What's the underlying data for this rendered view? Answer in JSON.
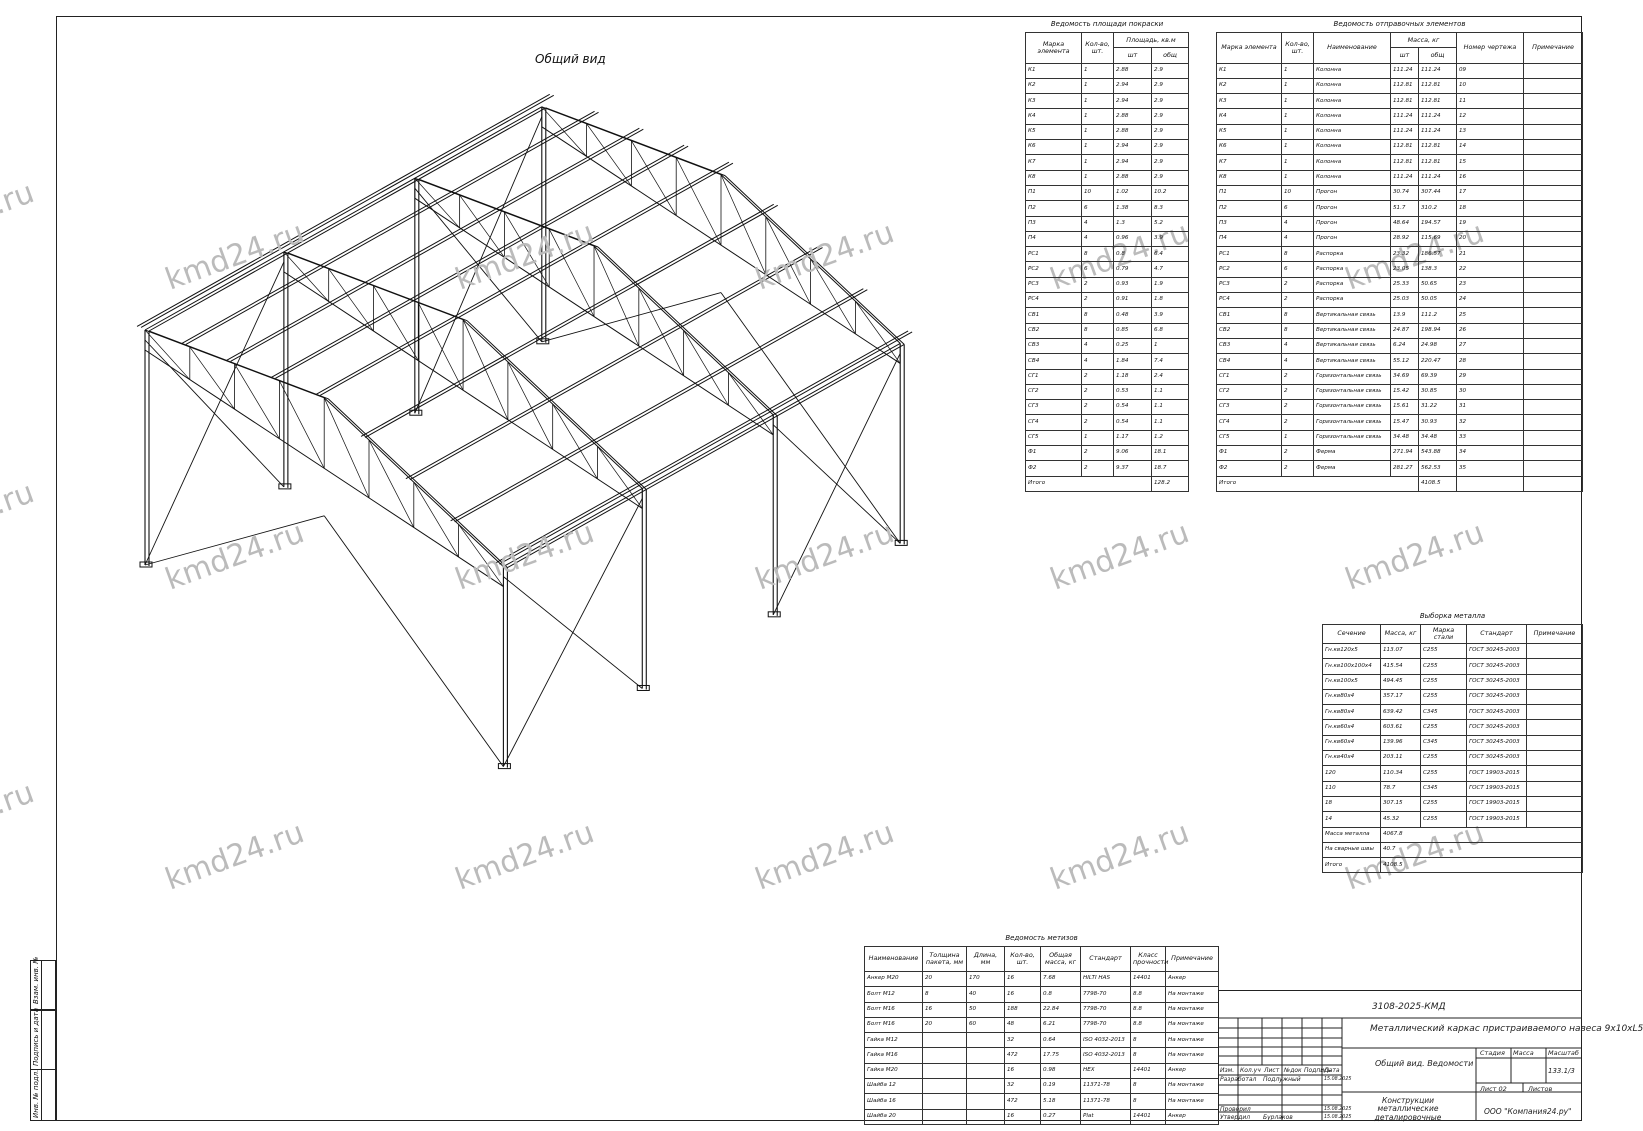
{
  "drawing": {
    "view_title": "Общий вид",
    "watermark": "kmd24.ru"
  },
  "painting_table": {
    "caption": "Ведомость площади покраски",
    "headers": [
      "Марка элемента",
      "Кол-во, шт.",
      "Площадь, кв.м",
      "шт",
      "общ"
    ],
    "rows": [
      [
        "К1",
        "1",
        "2.88",
        "2.9"
      ],
      [
        "К2",
        "1",
        "2.94",
        "2.9"
      ],
      [
        "К3",
        "1",
        "2.94",
        "2.9"
      ],
      [
        "К4",
        "1",
        "2.88",
        "2.9"
      ],
      [
        "К5",
        "1",
        "2.88",
        "2.9"
      ],
      [
        "К6",
        "1",
        "2.94",
        "2.9"
      ],
      [
        "К7",
        "1",
        "2.94",
        "2.9"
      ],
      [
        "К8",
        "1",
        "2.88",
        "2.9"
      ],
      [
        "П1",
        "10",
        "1.02",
        "10.2"
      ],
      [
        "П2",
        "6",
        "1.38",
        "8.3"
      ],
      [
        "П3",
        "4",
        "1.3",
        "5.2"
      ],
      [
        "П4",
        "4",
        "0.96",
        "3.9"
      ],
      [
        "РС1",
        "8",
        "0.8",
        "6.4"
      ],
      [
        "РС2",
        "6",
        "0.79",
        "4.7"
      ],
      [
        "РС3",
        "2",
        "0.93",
        "1.9"
      ],
      [
        "РС4",
        "2",
        "0.91",
        "1.8"
      ],
      [
        "СВ1",
        "8",
        "0.48",
        "3.9"
      ],
      [
        "СВ2",
        "8",
        "0.85",
        "6.8"
      ],
      [
        "СВ3",
        "4",
        "0.25",
        "1"
      ],
      [
        "СВ4",
        "4",
        "1.84",
        "7.4"
      ],
      [
        "СГ1",
        "2",
        "1.18",
        "2.4"
      ],
      [
        "СГ2",
        "2",
        "0.53",
        "1.1"
      ],
      [
        "СГ3",
        "2",
        "0.54",
        "1.1"
      ],
      [
        "СГ4",
        "2",
        "0.54",
        "1.1"
      ],
      [
        "СГ5",
        "1",
        "1.17",
        "1.2"
      ],
      [
        "Ф1",
        "2",
        "9.06",
        "18.1"
      ],
      [
        "Ф2",
        "2",
        "9.37",
        "18.7"
      ]
    ],
    "total_label": "Итого",
    "total_value": "128.2"
  },
  "shipping_table": {
    "caption": "Ведомость отправочных элементов",
    "headers": [
      "Марка элемента",
      "Кол-во, шт.",
      "Наименование",
      "Масса, кг",
      "Номер чертежа",
      "Примечание",
      "шт",
      "общ"
    ],
    "rows": [
      [
        "К1",
        "1",
        "Колонна",
        "111.24",
        "111.24",
        "09"
      ],
      [
        "К2",
        "1",
        "Колонна",
        "112.81",
        "112.81",
        "10"
      ],
      [
        "К3",
        "1",
        "Колонна",
        "112.81",
        "112.81",
        "11"
      ],
      [
        "К4",
        "1",
        "Колонна",
        "111.24",
        "111.24",
        "12"
      ],
      [
        "К5",
        "1",
        "Колонна",
        "111.24",
        "111.24",
        "13"
      ],
      [
        "К6",
        "1",
        "Колонна",
        "112.81",
        "112.81",
        "14"
      ],
      [
        "К7",
        "1",
        "Колонна",
        "112.81",
        "112.81",
        "15"
      ],
      [
        "К8",
        "1",
        "Колонна",
        "111.24",
        "111.24",
        "16"
      ],
      [
        "П1",
        "10",
        "Прогон",
        "30.74",
        "307.44",
        "17"
      ],
      [
        "П2",
        "6",
        "Прогон",
        "51.7",
        "310.2",
        "18"
      ],
      [
        "П3",
        "4",
        "Прогон",
        "48.64",
        "194.57",
        "19"
      ],
      [
        "П4",
        "4",
        "Прогон",
        "28.92",
        "115.69",
        "20"
      ],
      [
        "РС1",
        "8",
        "Распорка",
        "23.32",
        "186.57",
        "21"
      ],
      [
        "РС2",
        "6",
        "Распорка",
        "23.05",
        "138.3",
        "22"
      ],
      [
        "РС3",
        "2",
        "Распорка",
        "25.33",
        "50.65",
        "23"
      ],
      [
        "РС4",
        "2",
        "Распорка",
        "25.03",
        "50.05",
        "24"
      ],
      [
        "СВ1",
        "8",
        "Вертикальная связь",
        "13.9",
        "111.2",
        "25"
      ],
      [
        "СВ2",
        "8",
        "Вертикальная связь",
        "24.87",
        "198.94",
        "26"
      ],
      [
        "СВ3",
        "4",
        "Вертикальная связь",
        "6.24",
        "24.98",
        "27"
      ],
      [
        "СВ4",
        "4",
        "Вертикальная связь",
        "55.12",
        "220.47",
        "28"
      ],
      [
        "СГ1",
        "2",
        "Горизонтальная связь",
        "34.69",
        "69.39",
        "29"
      ],
      [
        "СГ2",
        "2",
        "Горизонтальная связь",
        "15.42",
        "30.85",
        "30"
      ],
      [
        "СГ3",
        "2",
        "Горизонтальная связь",
        "15.61",
        "31.22",
        "31"
      ],
      [
        "СГ4",
        "2",
        "Горизонтальная связь",
        "15.47",
        "30.93",
        "32"
      ],
      [
        "СГ5",
        "1",
        "Горизонтальная связь",
        "34.48",
        "34.48",
        "33"
      ],
      [
        "Ф1",
        "2",
        "Ферма",
        "271.94",
        "543.88",
        "34"
      ],
      [
        "Ф2",
        "2",
        "Ферма",
        "281.27",
        "562.53",
        "35"
      ]
    ],
    "total_label": "Итого",
    "total_value": "4108.5"
  },
  "metal_table": {
    "caption": "Выборка металла",
    "headers": [
      "Сечение",
      "Масса, кг",
      "Марка стали",
      "Стандарт",
      "Примечание"
    ],
    "rows": [
      [
        "Гн.кв120х5",
        "113.07",
        "С255",
        "ГОСТ 30245-2003"
      ],
      [
        "Гн.кв100х100х4",
        "415.54",
        "С255",
        "ГОСТ 30245-2003"
      ],
      [
        "Гн.кв100х5",
        "494.45",
        "С255",
        "ГОСТ 30245-2003"
      ],
      [
        "Гн.кв80х4",
        "357.17",
        "С255",
        "ГОСТ 30245-2003"
      ],
      [
        "Гн.кв80х4",
        "639.42",
        "С345",
        "ГОСТ 30245-2003"
      ],
      [
        "Гн.кв60х4",
        "603.61",
        "С255",
        "ГОСТ 30245-2003"
      ],
      [
        "Гн.кв60х4",
        "139.96",
        "С345",
        "ГОСТ 30245-2003"
      ],
      [
        "Гн.кв40х4",
        "203.11",
        "С255",
        "ГОСТ 30245-2003"
      ],
      [
        "120",
        "110.34",
        "С255",
        "ГОСТ 19903-2015"
      ],
      [
        "110",
        "78.7",
        "С345",
        "ГОСТ 19903-2015"
      ],
      [
        "18",
        "307.15",
        "С255",
        "ГОСТ 19903-2015"
      ],
      [
        "14",
        "45.32",
        "С255",
        "ГОСТ 19903-2015"
      ]
    ],
    "summary": [
      [
        "Масса металла",
        "4067.8"
      ],
      [
        "На сварные швы",
        "40.7"
      ],
      [
        "Итого",
        "4108.5"
      ]
    ]
  },
  "hardware_table": {
    "caption": "Ведомость метизов",
    "headers": [
      "Наименование",
      "Толщина пакета, мм",
      "Длина, мм",
      "Кол-во, шт.",
      "Общая масса, кг",
      "Стандарт",
      "Класс прочности",
      "Примечание"
    ],
    "rows": [
      [
        "Анкер М20",
        "20",
        "170",
        "16",
        "7.68",
        "HILTI HAS",
        "14401",
        "Анкер"
      ],
      [
        "Болт М12",
        "8",
        "40",
        "16",
        "0.8",
        "7798-70",
        "8.8",
        "На монтаже"
      ],
      [
        "Болт М16",
        "16",
        "50",
        "188",
        "22.84",
        "7798-70",
        "8.8",
        "На монтаже"
      ],
      [
        "Болт М16",
        "20",
        "60",
        "48",
        "6.21",
        "7798-70",
        "8.8",
        "На монтаже"
      ],
      [
        "Гайка М12",
        "",
        "",
        "32",
        "0.64",
        "ISO 4032-2013",
        "8",
        "На монтаже"
      ],
      [
        "Гайка М16",
        "",
        "",
        "472",
        "17.75",
        "ISO 4032-2013",
        "8",
        "На монтаже"
      ],
      [
        "Гайка М20",
        "",
        "",
        "16",
        "0.98",
        "HEX",
        "14401",
        "Анкер"
      ],
      [
        "Шайба 12",
        "",
        "",
        "32",
        "0.19",
        "11371-78",
        "8",
        "На монтаже"
      ],
      [
        "Шайба 16",
        "",
        "",
        "472",
        "5.18",
        "11371-78",
        "8",
        "На монтаже"
      ],
      [
        "Шайба 20",
        "",
        "",
        "16",
        "0.27",
        "Plat",
        "14401",
        "Анкер"
      ]
    ]
  },
  "title_block": {
    "code": "3108-2025-КМД",
    "project": "Металлический каркас пристраиваемого навеса 9х10хL5",
    "sheet_title": "Общий вид. Ведомости",
    "stage_label": "Стадия",
    "mass_label": "Масса",
    "scale_label": "Масштаб",
    "mass_value": "133.1/3",
    "sheet_label": "Лист 02",
    "sheets_label": "Листов",
    "col_headers": [
      "Изм.",
      "Кол.уч",
      "Лист",
      "№док",
      "Подпись",
      "Дата"
    ],
    "developed_label": "Разработал",
    "developed_name": "Подлужный",
    "checked_label": "Проверил",
    "approved_label": "Утвердил",
    "approved_name": "Бурлаков",
    "date": "15.08.2025",
    "content": "Конструкции металлические деталировочные",
    "company": "ООО \"Компания24.ру\""
  },
  "side_stamp": {
    "labels": [
      "Взам. инв. №",
      "Подпись и дата",
      "Инв. № подл."
    ]
  }
}
